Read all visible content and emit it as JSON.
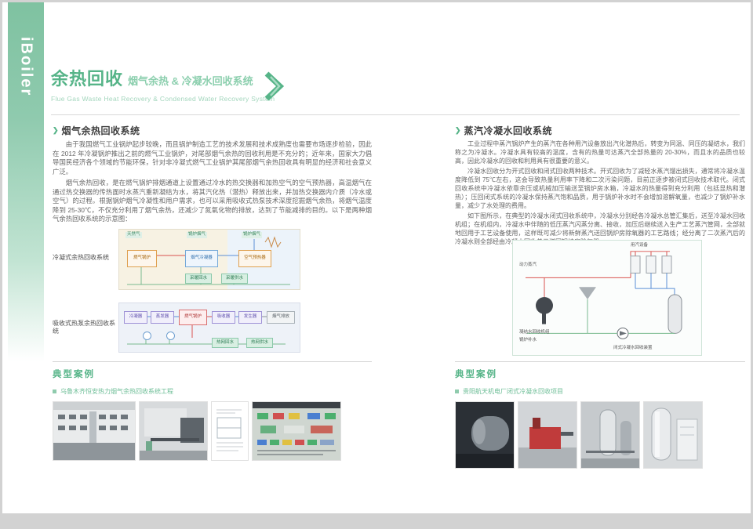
{
  "theme": {
    "accent_green": "#56b488",
    "light_green": "#a8d8be"
  },
  "brand": "iBoiler",
  "header": {
    "title": "余热回收",
    "subtitle": "烟气余热 & 冷凝水回收系统",
    "subtitle_en": "Flue Gas Waste Heat Recovery & Condensed Water Recovery System"
  },
  "left_section": {
    "title": "烟气余热回收系统",
    "paragraphs": [
      "由于我国燃气工业锅炉起步较晚，而且锅炉制造工艺的技术发展和技术成熟度也需要市场逐步检验，因此在 2012 年冷凝锅炉推出之前的燃气工业锅炉，对尾部烟气余热的回收利用是不充分的；近年来，国家大力倡导国民经济各个领域的节能环保，针对非冷凝式燃气工业锅炉其尾部烟气余热回收具有明显的经济和社会意义广泛。",
      "烟气余热回收，是在燃气锅炉排烟通道上设置通过冷水的热交换器和加热空气的空气预热器，高温烟气在通过热交换器的传热面时水蒸汽重新凝结为水，将其汽化热（潜热）释放出来，并加热交换器内介质（冷水或空气）的过程。根据锅炉烟气冷凝性和用户需求，也可以采用吸收式热泵技术深度挖掘烟气余热，将烟气温度降到 25-30℃，不仅充分利用了烟气余热，还减少了氮氧化物的排放，达到了节能减排的目的。以下是两种烟气余热回收系统的示意图："
    ],
    "diagram_caption_1": "冷凝式余热回收系统",
    "diagram_caption_2": "吸收式热泵余热回收系统",
    "diagram1": {
      "top_labels": [
        "天然气",
        "锅炉烟气",
        "锅炉烟气"
      ],
      "boxes": [
        "燃气锅炉",
        "烟气冷凝器",
        "空气预热器",
        "采暖回水",
        "采暖供水"
      ]
    },
    "diagram2": {
      "boxes": [
        "冷凝器",
        "蒸发器",
        "燃气锅炉",
        "吸收器",
        "发生器",
        "烟气排放",
        "热网回水",
        "热网供水"
      ]
    },
    "cases_title": "典型案例",
    "case_caption": "乌鲁木齐恒安热力烟气余热回收系统工程"
  },
  "right_section": {
    "title": "蒸汽冷凝水回收系统",
    "paragraphs": [
      "工业过程中蒸汽锅炉产生的蒸汽在各种用汽设备放出汽化潜热后，转变为同温、同压的凝结水，我们称之为冷凝水。冷凝水具有较高的温度，含有的热量可达蒸汽全部热量的 20-30%，而且水的品质也较高，因此冷凝水的回收和利用具有很重要的意义。",
      "冷凝水回收分为开式回收和闭式回收两种技术。开式回收为了减轻水蒸汽馏出损失，通常将冷凝水温度降低到 75℃左右，这会导致热量利用率下降和二次污染问题，目前正逐步被闭式回收技术取代。闭式回收系统中冷凝水依靠余压或机械加压输送至锅炉房水箱，冷凝水的热量得到充分利用（包括显热和潜热）；压回闭式系统的冷凝水保持蒸汽饱和品质，用于锅炉补水时不会增加溶解氧量，也减少了锅炉补水量，减少了水处理的费用。",
      "如下图所示，在典型的冷凝水闭式回收系统中，冷凝水分别经各冷凝水总管汇集后，送至冷凝水回收机组；在机组内，冷凝水中伴随的低压蒸汽闪蒸分离、接收，加压后继续送入生产工艺蒸汽管网，全部就地回用于工艺设备使用，这样既可减少将新鲜蒸汽送回锅炉房除氧器的工艺路线；经分离了二次蒸汽后的冷凝水则全部经由冷凝水回收单元送回锅炉房除氧器。"
    ],
    "diagram_labels": [
      "动力蒸汽",
      "用汽设备",
      "闭式冷凝水回收装置",
      "凝结水回收机组",
      "锅炉补水"
    ],
    "cases_title": "典型案例",
    "case_caption": "贵阳航天机电厂闭式冷凝水回收项目"
  }
}
